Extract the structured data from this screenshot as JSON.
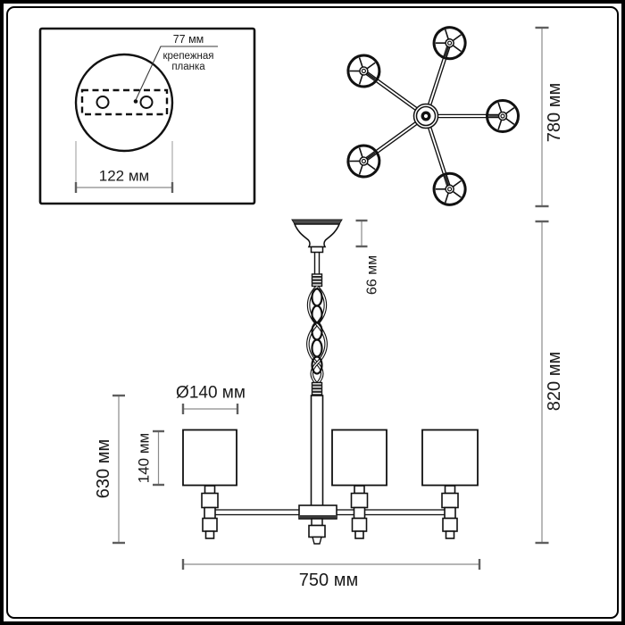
{
  "drawing": {
    "inset": {
      "dim_77": "77 мм",
      "bracket_label_line1": "крепежная",
      "bracket_label_line2": "планка",
      "dim_122": "122 мм"
    },
    "top_view": {
      "dim_780": "780 мм"
    },
    "side_view": {
      "dim_66": "66 мм",
      "dim_820": "820 мм",
      "dim_diameter_140": "Ø140 мм",
      "dim_140": "140 мм",
      "dim_630": "630 мм",
      "dim_750": "750 мм"
    },
    "colors": {
      "outline": "#1a1a1a",
      "dimension_line": "#8a8a8a",
      "text": "#1a1a1a",
      "background": "#ffffff"
    }
  }
}
